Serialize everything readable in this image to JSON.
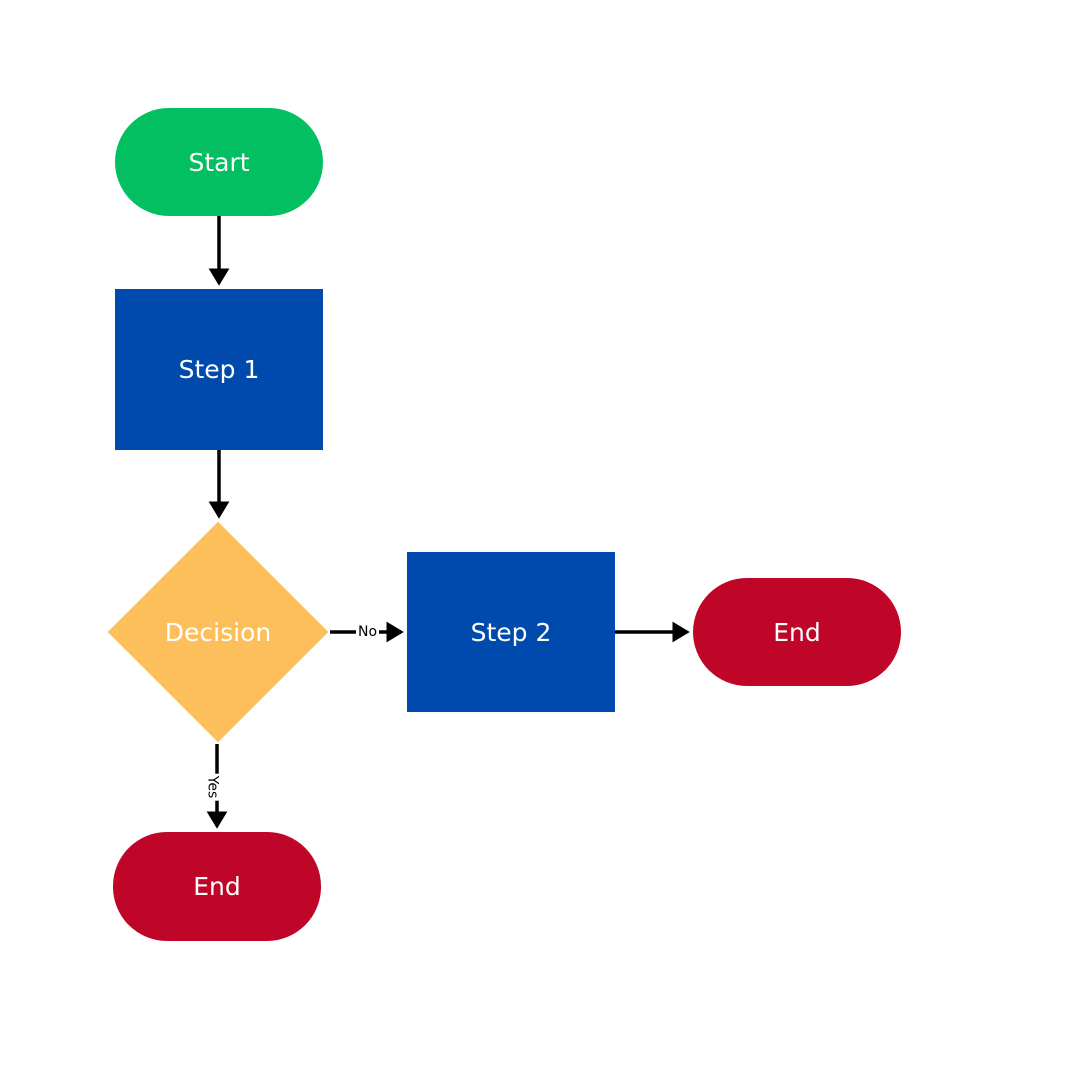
{
  "flowchart": {
    "nodes": {
      "start": {
        "label": "Start",
        "shape": "terminal",
        "color": "#02BF61"
      },
      "step1": {
        "label": "Step 1",
        "shape": "process",
        "color": "#004AAD"
      },
      "decision": {
        "label": "Decision",
        "shape": "decision",
        "color": "#FCBF5B"
      },
      "step2": {
        "label": "Step 2",
        "shape": "process",
        "color": "#004AAD"
      },
      "end_right": {
        "label": "End",
        "shape": "terminal",
        "color": "#BF0628"
      },
      "end_bottom": {
        "label": "End",
        "shape": "terminal",
        "color": "#BF0628"
      }
    },
    "edges": [
      {
        "from": "start",
        "to": "step1",
        "label": ""
      },
      {
        "from": "step1",
        "to": "decision",
        "label": ""
      },
      {
        "from": "decision",
        "to": "step2",
        "label": "No"
      },
      {
        "from": "step2",
        "to": "end_right",
        "label": ""
      },
      {
        "from": "decision",
        "to": "end_bottom",
        "label": "Yes"
      }
    ],
    "edge_labels": {
      "no": "No",
      "yes": "Yes"
    },
    "arrow_color": "#000000"
  }
}
